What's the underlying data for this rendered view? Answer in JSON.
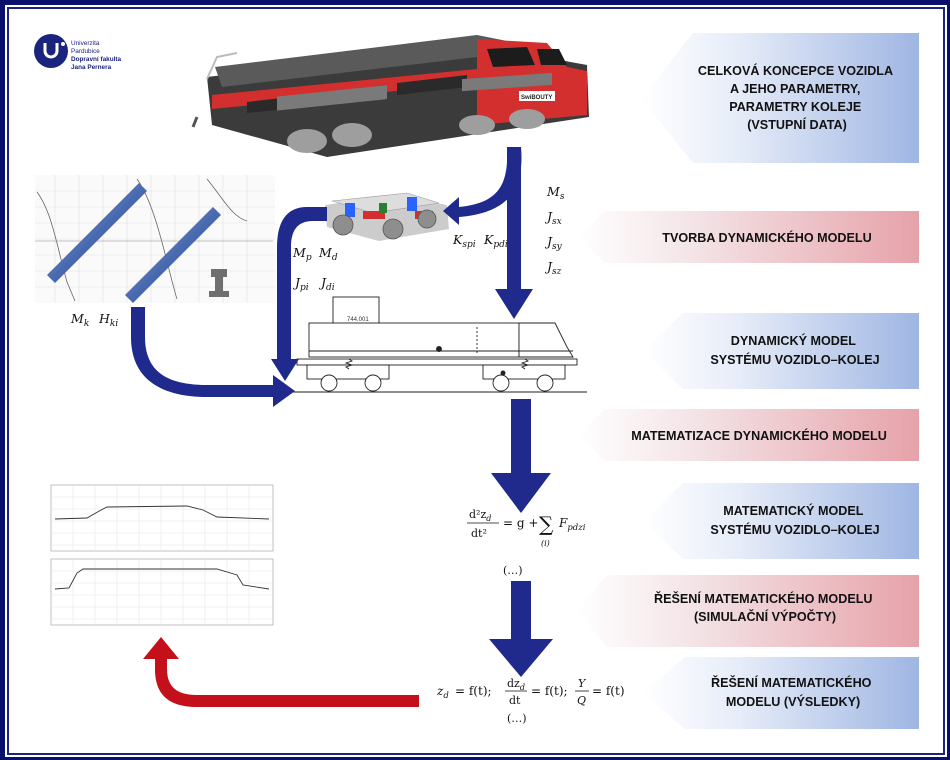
{
  "logo": {
    "line1": "Univerzita",
    "line2": "Pardubice",
    "line3": "Dopravní fakulta",
    "line4": "Jana Pernera",
    "color": "#1a237e"
  },
  "banners": [
    {
      "id": "b1",
      "lines": [
        "CELKOVÁ KONCEPCE VOZIDLA",
        "A JEHO PARAMETRY,",
        "PARAMETRY KOLEJE",
        "(VSTUPNÍ DATA)"
      ],
      "tint": "blue"
    },
    {
      "id": "b2",
      "lines": [
        "TVORBA DYNAMICKÉHO MODELU"
      ],
      "tint": "red"
    },
    {
      "id": "b3",
      "lines": [
        "DYNAMICKÝ MODEL",
        "SYSTÉMU VOZIDLO–KOLEJ"
      ],
      "tint": "blue"
    },
    {
      "id": "b4",
      "lines": [
        "MATEMATIZACE DYNAMICKÉHO MODELU"
      ],
      "tint": "red"
    },
    {
      "id": "b5",
      "lines": [
        "MATEMATICKÝ MODEL",
        "SYSTÉMU VOZIDLO–KOLEJ"
      ],
      "tint": "blue"
    },
    {
      "id": "b6",
      "lines": [
        "ŘEŠENÍ MATEMATICKÉHO MODELU",
        "(SIMULAČNÍ VÝPOČTY)"
      ],
      "tint": "red"
    },
    {
      "id": "b7",
      "lines": [
        "ŘEŠENÍ MATEMATICKÉHO",
        "MODELU (VÝSLEDKY)"
      ],
      "tint": "blue"
    }
  ],
  "colors": {
    "arrow_blue": "#1f2a8c",
    "arrow_red": "#c4101a",
    "banner_blue": "#a8bde6",
    "banner_red": "#e8a7ad",
    "loco_red": "#d32f2f",
    "loco_grey": "#4a4a4a"
  },
  "params": {
    "ms": "M",
    "ms_sub": "s",
    "jsx": "J",
    "jsx_sub": "sx",
    "jsy": "J",
    "jsy_sub": "sy",
    "jsz": "J",
    "jsz_sub": "sz",
    "kspi": "K",
    "kspi_sub": "spi",
    "kpdi": "K",
    "kpdi_sub": "pdi",
    "mp": "M",
    "mp_sub": "p",
    "md": "M",
    "md_sub": "d",
    "jpi": "J",
    "jpi_sub": "pi",
    "jdi": "J",
    "jdi_sub": "di",
    "mk": "M",
    "mk_sub": "k",
    "hki": "H",
    "hki_sub": "ki"
  },
  "equation": {
    "lhs_num": "d²z",
    "lhs_num_sub": "d",
    "lhs_den": "dt²",
    "middle": "= g +",
    "sum": "∑",
    "sum_sub": "(i)",
    "f": "F",
    "f_sub": "pdzi",
    "ellipsis": "(…)"
  },
  "results": {
    "z": "z",
    "z_sub": "d",
    "eq1": "= f(t);",
    "frac_num": "dz",
    "frac_num_sub": "d",
    "frac_den": "dt",
    "eq2": "= f(t);",
    "ratio_num": "Y",
    "ratio_den": "Q",
    "eq3": "= f(t)",
    "ellipsis": "(…)"
  },
  "loco": {
    "number": "744.001",
    "brand": "SwiBOUTY"
  }
}
